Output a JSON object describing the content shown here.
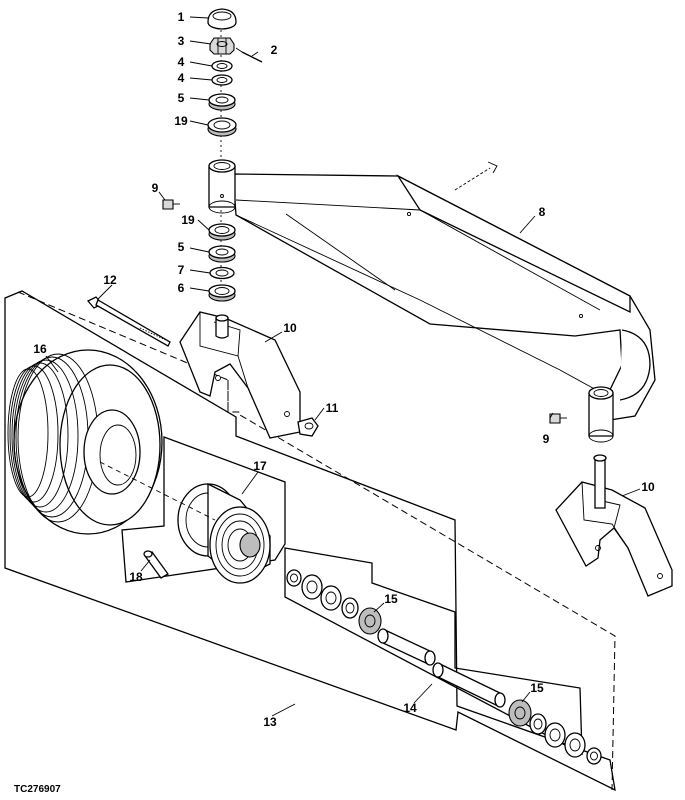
{
  "figure_id": "TC276907",
  "callouts": {
    "c1": "1",
    "c2": "2",
    "c3": "3",
    "c4a": "4",
    "c4b": "4",
    "c5a": "5",
    "c19a": "19",
    "c9a": "9",
    "c19b": "19",
    "c5b": "5",
    "c7": "7",
    "c6": "6",
    "c8": "8",
    "c12": "12",
    "c10a": "10",
    "c16": "16",
    "c11": "11",
    "c9b": "9",
    "c10b": "10",
    "c17": "17",
    "c18": "18",
    "c15a": "15",
    "c15b": "15",
    "c14": "14",
    "c13": "13"
  }
}
